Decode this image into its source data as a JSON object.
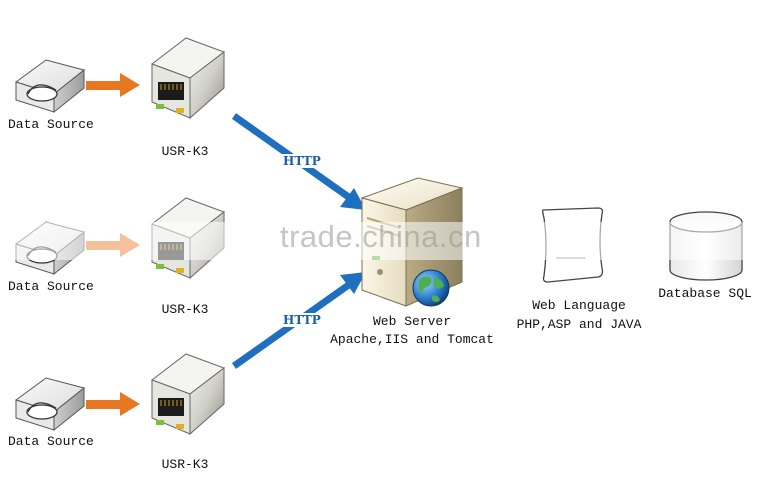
{
  "sources": [
    {
      "label": "Data Source",
      "device": "USR-K3"
    },
    {
      "label": "Data Source",
      "device": "USR-K3"
    },
    {
      "label": "Data Source",
      "device": "USR-K3"
    }
  ],
  "links": [
    {
      "protocol": "HTTP"
    },
    {
      "protocol": "HTTP"
    }
  ],
  "server": {
    "line1": "Web Server",
    "line2": "Apache,IIS and Tomcat"
  },
  "language": {
    "line1": "Web Language",
    "line2": "PHP,ASP and JAVA"
  },
  "database": {
    "label": "Database SQL"
  },
  "watermark": "trade.china.cn",
  "colors": {
    "source_arrow": "#e87722",
    "http_arrow": "#1e6fbf",
    "http_text": "#1b5fa8"
  }
}
